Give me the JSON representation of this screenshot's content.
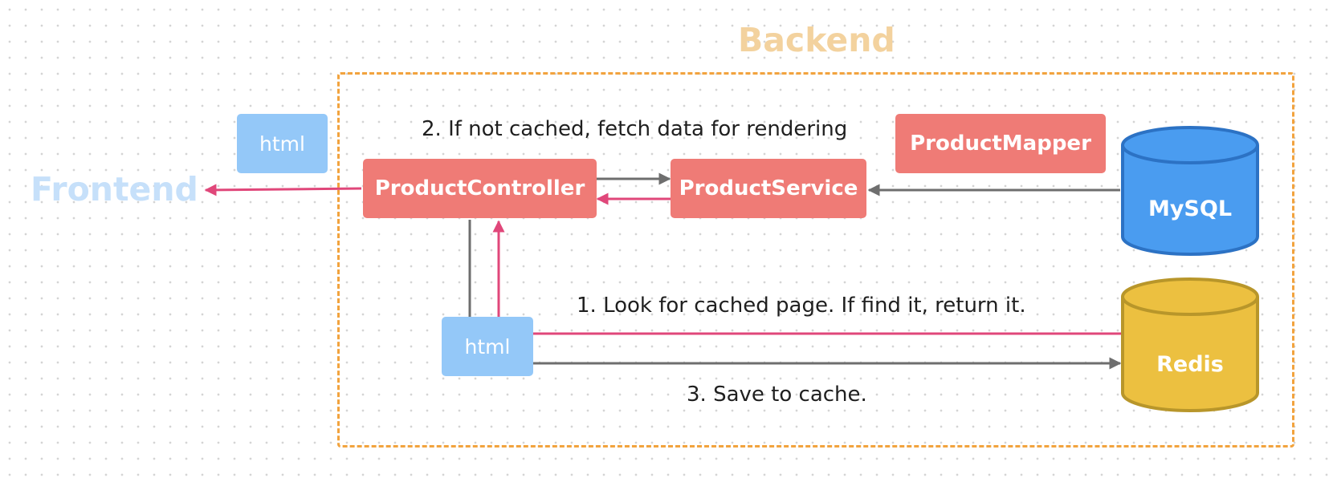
{
  "diagram": {
    "backend_title": "Backend",
    "frontend_title": "Frontend",
    "nodes": {
      "html_top": "html",
      "html_bottom": "html",
      "product_controller": "ProductController",
      "product_service": "ProductService",
      "product_mapper": "ProductMapper",
      "mysql": "MySQL",
      "redis": "Redis"
    },
    "notes": {
      "step1": "1.  Look for cached page. If find it, return it.",
      "step2": "2. If not cached, fetch data for rendering",
      "step3": "3. Save to cache."
    },
    "colors": {
      "backend_title": "#f3d29e",
      "frontend_title": "#c6e0fa",
      "backend_frame": "#f2a33e",
      "red_box": "#ef7b76",
      "blue_box": "#94c8f8",
      "mysql": "#4a9cf0",
      "redis": "#ecc040",
      "pink_arrow": "#e0477a",
      "gray_arrow": "#6e6e6e"
    }
  }
}
